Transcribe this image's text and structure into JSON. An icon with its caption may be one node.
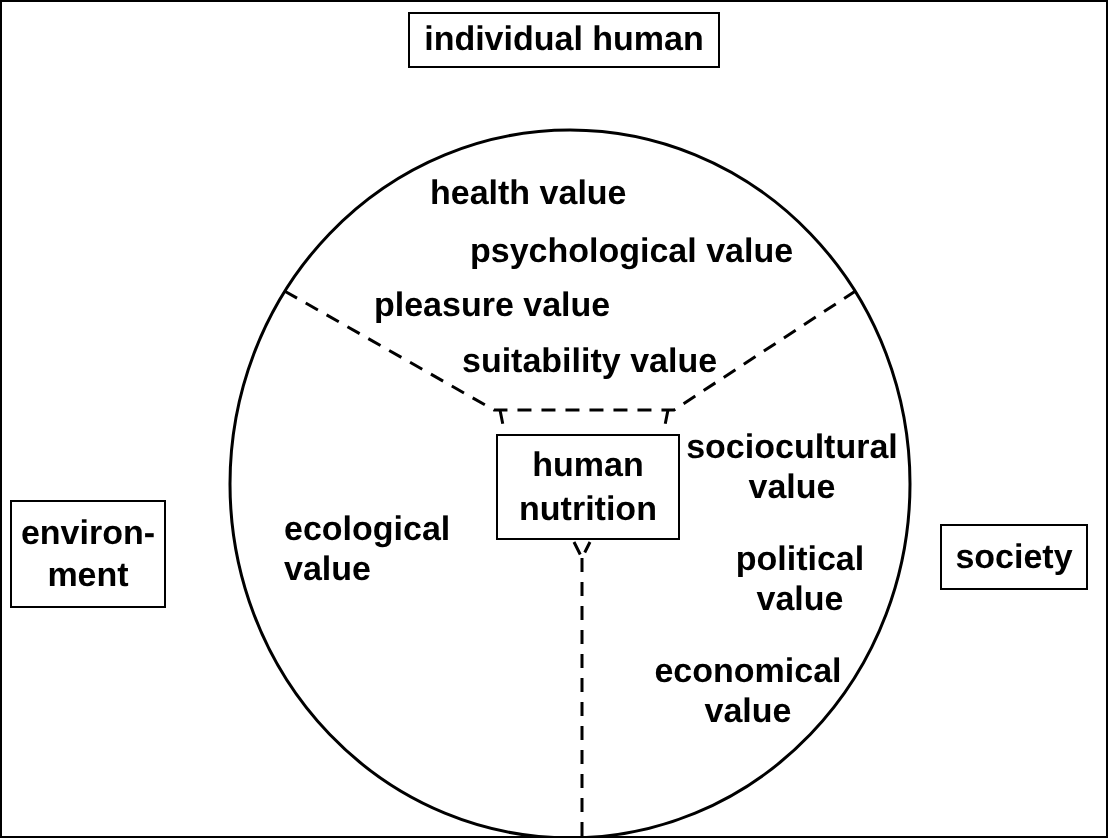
{
  "diagram": {
    "nodes": [
      {
        "text": [
          "individual human"
        ]
      },
      {
        "text": [
          "environ-ment"
        ]
      },
      {
        "text": [],
        "shape": "circle"
      },
      {
        "text": [
          "human nutrition"
        ],
        "in": 2
      },
      {
        "text": [
          "society"
        ]
      }
    ],
    "labels": [
      "health value",
      "psychological value",
      "pleasure value",
      "suitability value",
      "sociocultural value",
      "ecological value",
      "political value",
      "economical value"
    ]
  }
}
